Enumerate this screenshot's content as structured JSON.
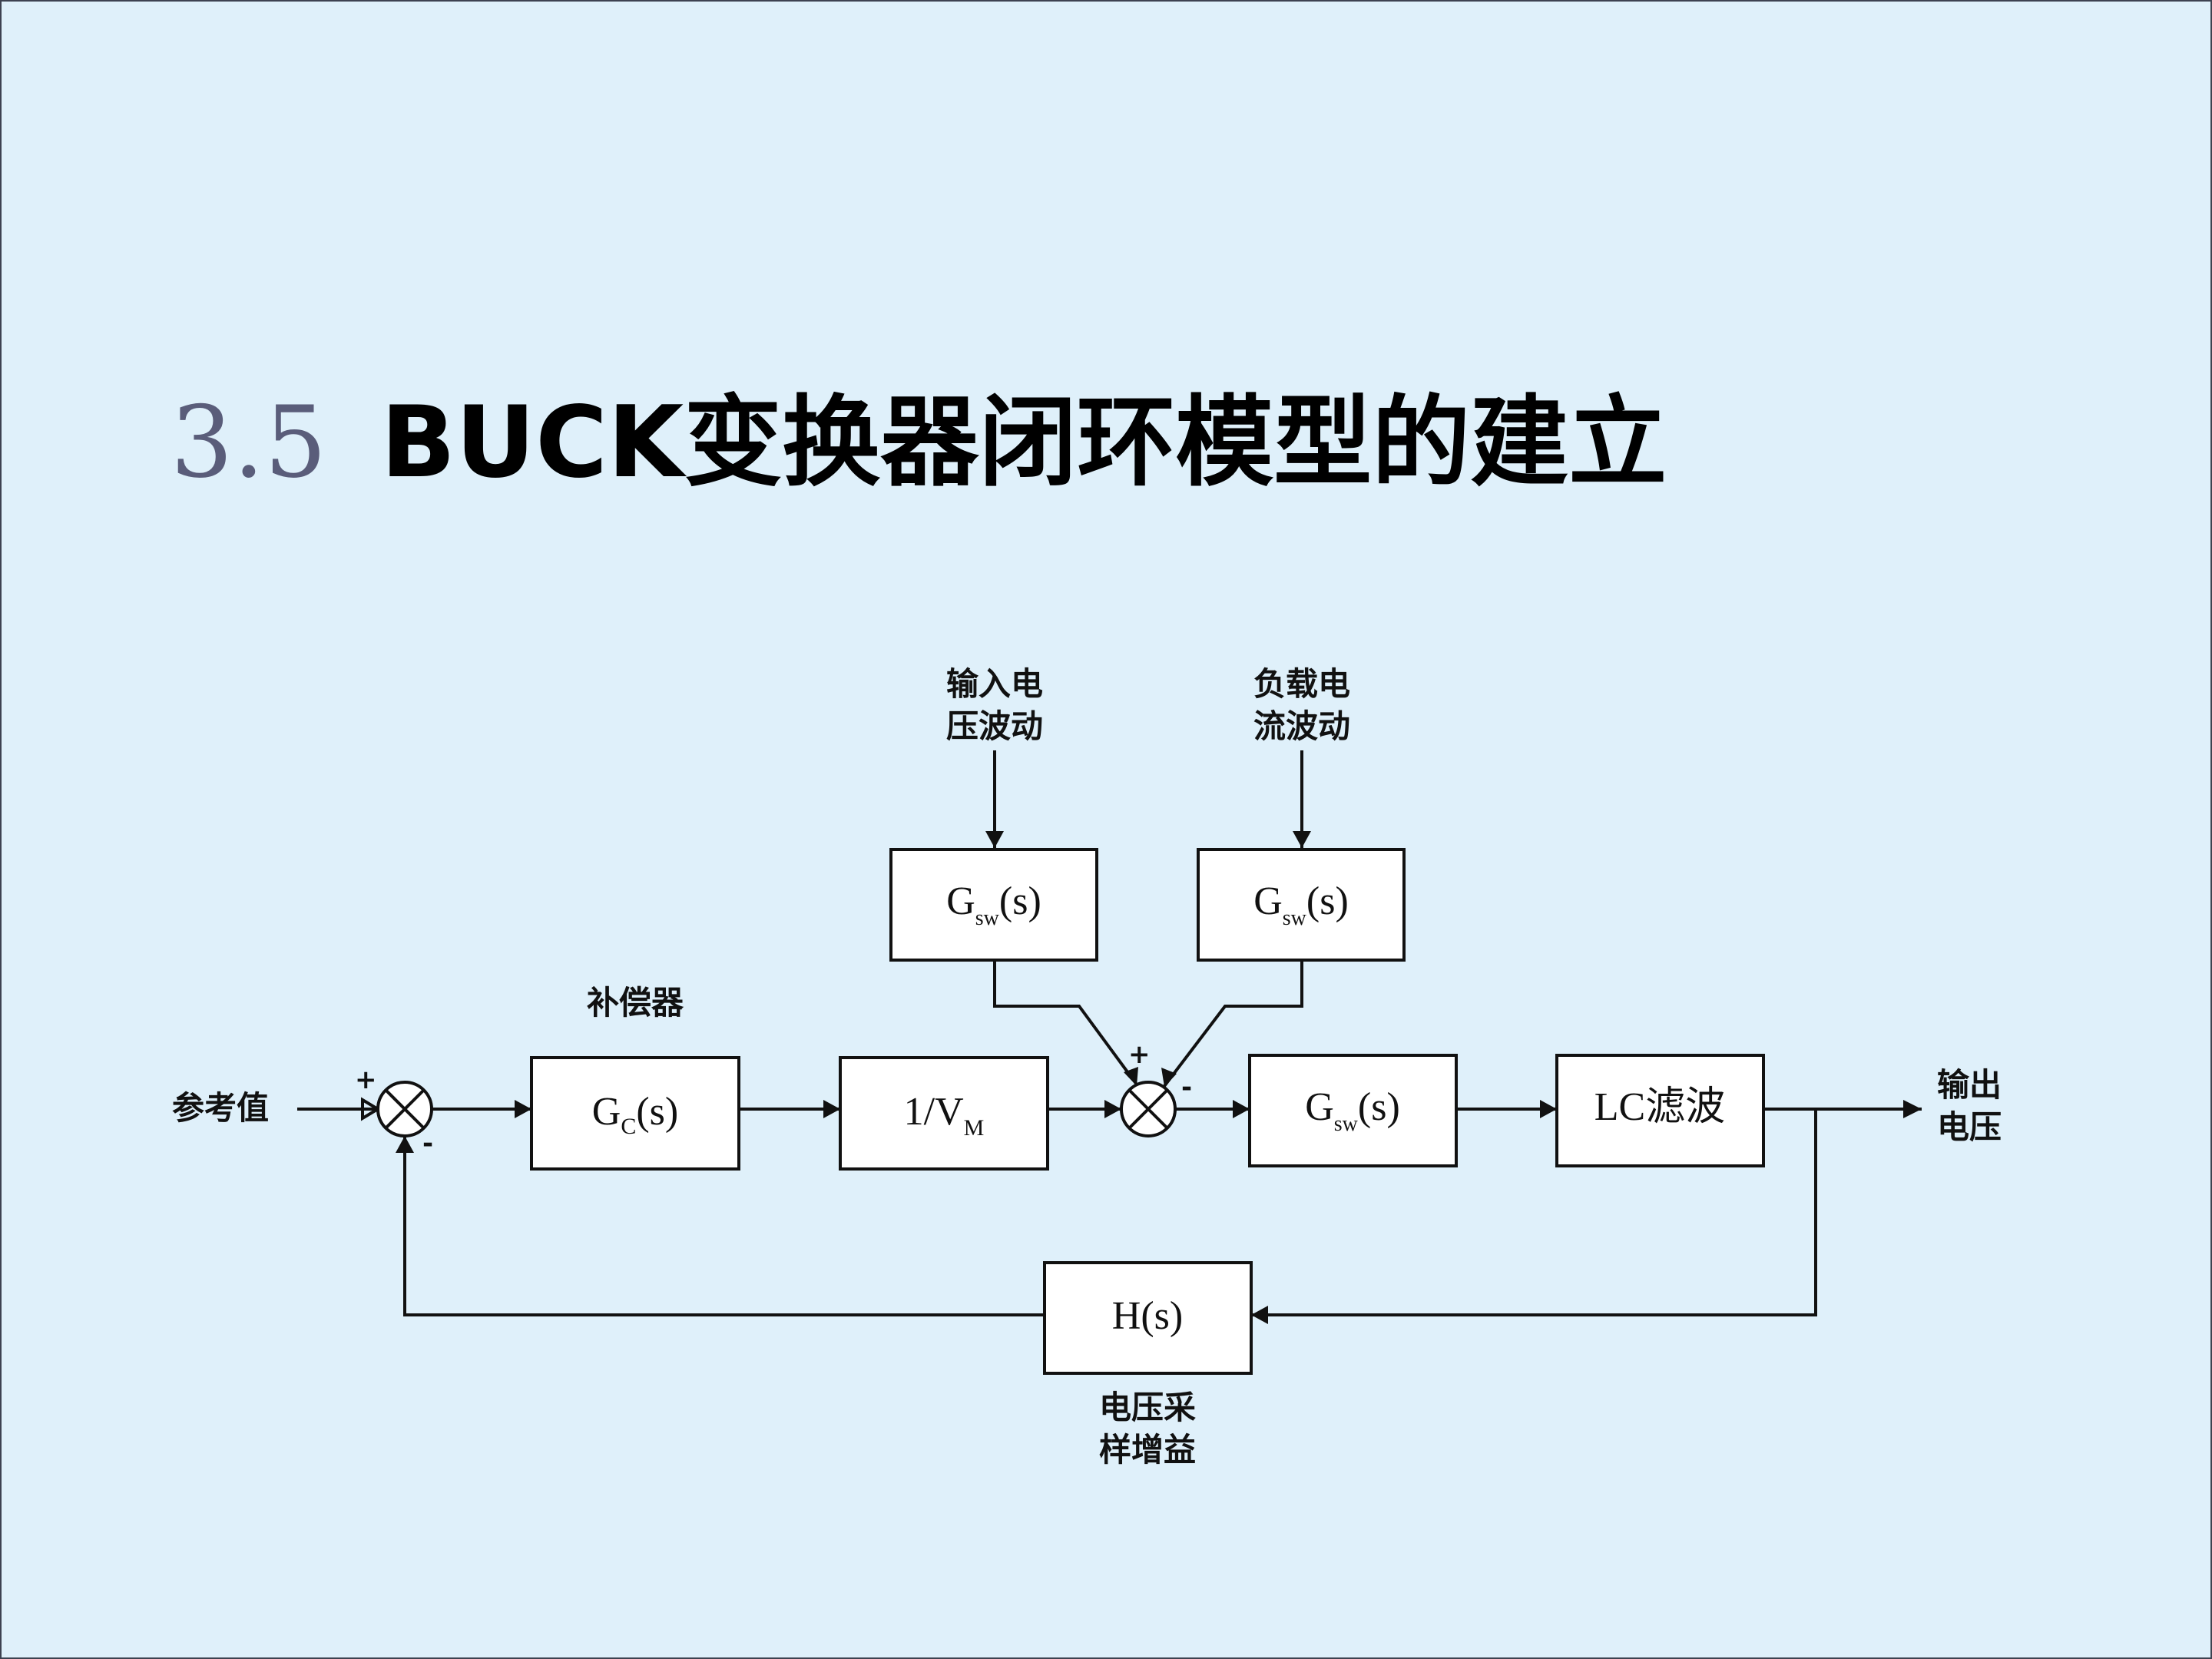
{
  "title": {
    "number": "3.5",
    "text": "BUCK变换器闭环模型的建立"
  },
  "diagram": {
    "labels": {
      "reference": "参考值",
      "compensator": "补偿器",
      "input_disturbance_line1": "输入电",
      "input_disturbance_line2": "压波动",
      "load_disturbance_line1": "负载电",
      "load_disturbance_line2": "流波动",
      "output_line1": "输出",
      "output_line2": "电压",
      "sampling_line1": "电压采",
      "sampling_line2": "样增益"
    },
    "blocks": {
      "compensator": {
        "main": "G",
        "sub": "C",
        "tail": "(s)"
      },
      "modulator": {
        "main": "1/V",
        "sub": "M",
        "tail": ""
      },
      "disturbance_input": {
        "main": "G",
        "sub": "sw",
        "tail": "(s)"
      },
      "disturbance_load": {
        "main": "G",
        "sub": "sw",
        "tail": "(s)"
      },
      "switch": {
        "main": "G",
        "sub": "sw",
        "tail": "(s)"
      },
      "lc_filter": {
        "main": "LC滤波",
        "sub": "",
        "tail": ""
      },
      "feedback": {
        "main": "H(s)",
        "sub": "",
        "tail": ""
      }
    },
    "signs": {
      "sum1_plus": "+",
      "sum1_minus": "-",
      "sum2_plus": "+",
      "sum2_minus": "-"
    }
  }
}
